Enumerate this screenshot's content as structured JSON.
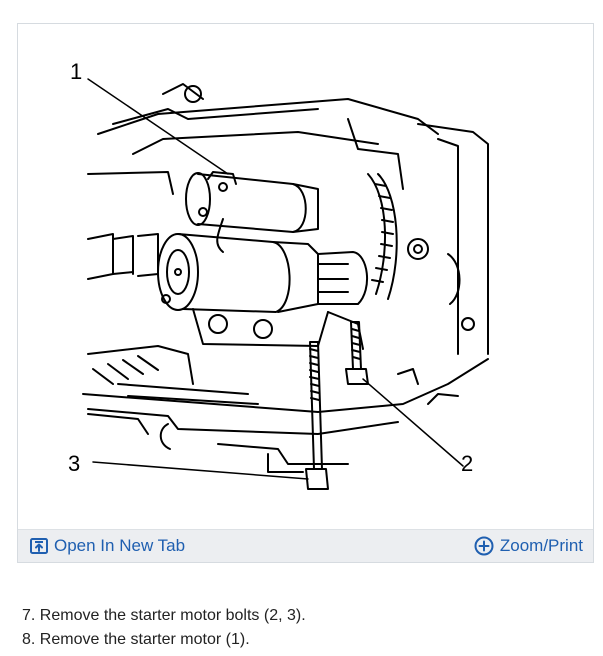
{
  "figure": {
    "callouts": {
      "starter_motor": "1",
      "upper_bolt": "2",
      "lower_bolt": "3"
    }
  },
  "toolbar": {
    "open_label": "Open In New Tab",
    "zoom_label": "Zoom/Print",
    "accent_color": "#1f5fb0"
  },
  "steps": [
    "7. Remove the starter motor bolts (2, 3).",
    "8. Remove the starter motor (1)."
  ]
}
